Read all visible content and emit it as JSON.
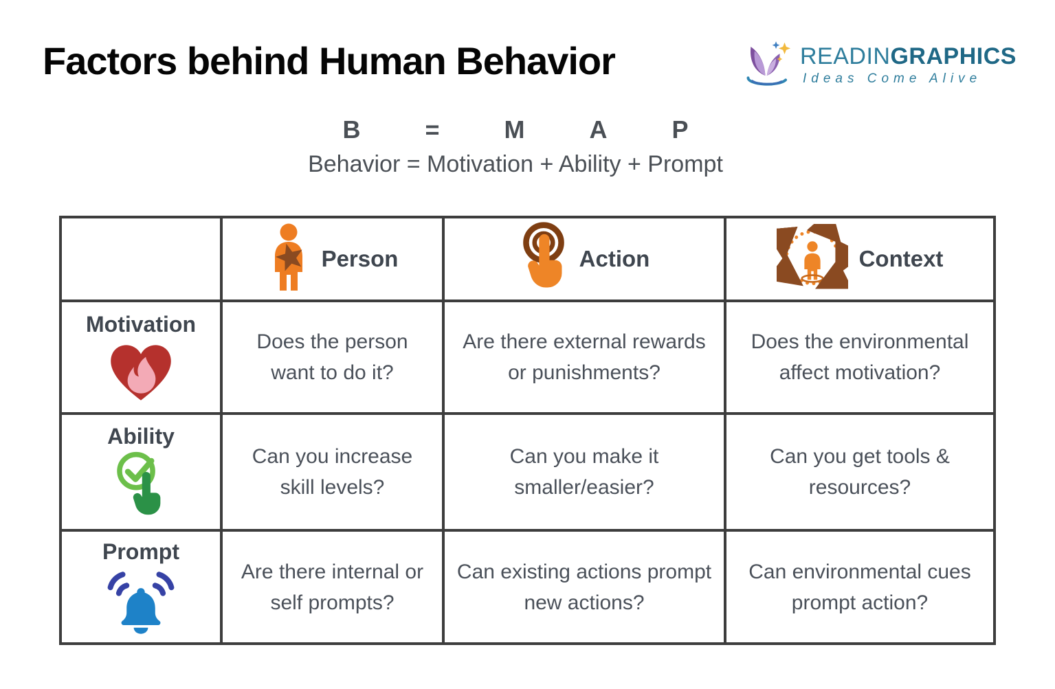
{
  "page": {
    "title": "Factors behind Human Behavior"
  },
  "logo": {
    "brand_regular": "READIN",
    "brand_bold": "GRAPHICS",
    "tagline": "Ideas Come Alive",
    "mark_icon": "book-sparkle-logo-icon"
  },
  "formula": {
    "letters": [
      "B",
      "=",
      "M",
      "A",
      "P"
    ],
    "expansion": "Behavior = Motivation + Ability + Prompt"
  },
  "table": {
    "columns": [
      {
        "label": "Person",
        "icon": "person-star-icon"
      },
      {
        "label": "Action",
        "icon": "tap-target-icon"
      },
      {
        "label": "Context",
        "icon": "person-environment-icon"
      }
    ],
    "rows": [
      {
        "label": "Motivation",
        "icon": "heart-flame-icon",
        "cells": [
          "Does the person want to do it?",
          "Are there external rewards or punishments?",
          "Does the environmental affect motivation?"
        ]
      },
      {
        "label": "Ability",
        "icon": "check-hand-icon",
        "cells": [
          "Can you increase skill levels?",
          "Can you make it smaller/easier?",
          "Can you get tools & resources?"
        ]
      },
      {
        "label": "Prompt",
        "icon": "bell-alert-icon",
        "cells": [
          "Are there internal or self prompts?",
          "Can existing actions prompt new actions?",
          "Can environmental cues prompt action?"
        ]
      }
    ]
  },
  "colors": {
    "border": "#3d3d3d",
    "text_gray": "#4a5059",
    "orange": "#ee7d22",
    "brown": "#8a4a21",
    "ring_brown": "#7e3e12",
    "heart_red": "#b5312d",
    "flame_pink": "#f3aab6",
    "green_ring": "#6cbf4a",
    "green_hand": "#2b9147",
    "bell_blue": "#1e82c8",
    "wave_indigo": "#3642a5",
    "brand_teal": "#2e7d9c"
  }
}
